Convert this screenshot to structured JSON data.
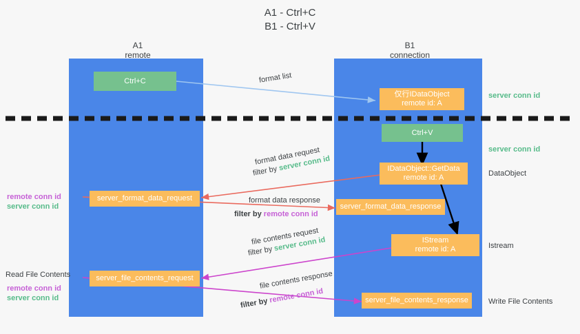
{
  "title": "A1 - Ctrl+C\nB1 - Ctrl+V",
  "lanes": [
    {
      "id": "a1",
      "header": "A1\nremote"
    },
    {
      "id": "b1",
      "header": "B1\nconnection"
    }
  ],
  "nodes": [
    {
      "id": "ctrl-c",
      "label": "Ctrl+C"
    },
    {
      "id": "idataobject-format-list",
      "label": "仅行IDataObject\nremote id: A"
    },
    {
      "id": "ctrl-v",
      "label": "Ctrl+V"
    },
    {
      "id": "idataobject-getdata",
      "label": "IDataObject::GetData\nremote id: A"
    },
    {
      "id": "server-format-data-request",
      "label": "server_format_data_request"
    },
    {
      "id": "server-format-data-response",
      "label": "server_format_data_response"
    },
    {
      "id": "istream",
      "label": "IStream\nremote id: A"
    },
    {
      "id": "server-file-contents-request",
      "label": "server_file_contents_request"
    },
    {
      "id": "server-file-contents-response",
      "label": "server_file_contents_response"
    }
  ],
  "edges": {
    "format_list": "format list",
    "format_data_request": "format data request",
    "format_data_request_filter_prefix": "filter by ",
    "format_data_request_filter_value": "server conn id",
    "format_data_response": "format data response",
    "format_data_response_filter_prefix": "filter by ",
    "format_data_response_filter_value": "remote conn id",
    "file_contents_request": "file contents request",
    "file_contents_request_filter_prefix": "filter by ",
    "file_contents_request_filter_value": "server conn id",
    "file_contents_response": "file contents response",
    "file_contents_response_filter_prefix": "filter by ",
    "file_contents_response_filter_value": "remote conn id"
  },
  "right_labels": {
    "server_conn_id_top": "server conn id",
    "server_conn_id_mid": "server conn id",
    "dataobject": "DataObject",
    "istream": "Istream",
    "write_file_contents": "Write File Contents"
  },
  "left_labels": {
    "remote_conn_id_mid": "remote conn id",
    "server_conn_id_mid": "server conn id",
    "read_file_contents": "Read File Contents",
    "remote_conn_id_low": "remote conn id",
    "server_conn_id_low": "server conn id"
  },
  "colors": {
    "lane": "#4a86e8",
    "green_node": "#76c18e",
    "orange_node": "#fbbc5c",
    "server_conn": "#57bb8a",
    "remote_conn": "#c661d6",
    "arrow_blue": "#9fc6f0",
    "arrow_red": "#ea6a5e",
    "arrow_magenta": "#cc44cc",
    "arrow_black": "#000000",
    "divider": "#1a1a1a",
    "background": "#f7f7f7"
  }
}
